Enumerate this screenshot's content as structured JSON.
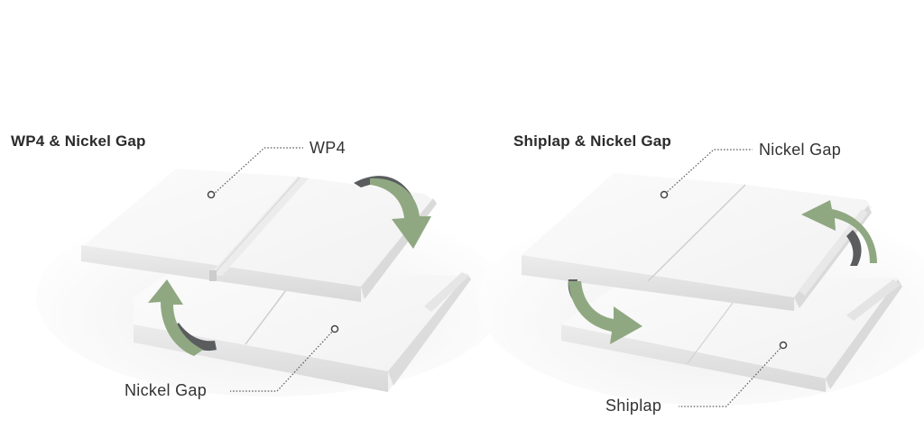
{
  "colors": {
    "background": "#ffffff",
    "panel_face": "#f7f7f7",
    "panel_edge": "#e2e2e2",
    "arrow_green": "#8fa882",
    "arrow_shadow": "#5a5c5e",
    "text": "#2b2b2b",
    "leader": "#555555"
  },
  "left_diagram": {
    "title": "WP4 & Nickel Gap",
    "top_label": "WP4",
    "bottom_label": "Nickel Gap",
    "arrows": [
      {
        "direction": "clockwise-down",
        "position": "top-right"
      },
      {
        "direction": "counterclockwise-up",
        "position": "bottom-left"
      }
    ]
  },
  "right_diagram": {
    "title": "Shiplap & Nickel Gap",
    "top_label": "Nickel Gap",
    "bottom_label": "Shiplap",
    "arrows": [
      {
        "direction": "counterclockwise-up",
        "position": "top-right"
      },
      {
        "direction": "clockwise-down",
        "position": "bottom-left"
      }
    ]
  }
}
